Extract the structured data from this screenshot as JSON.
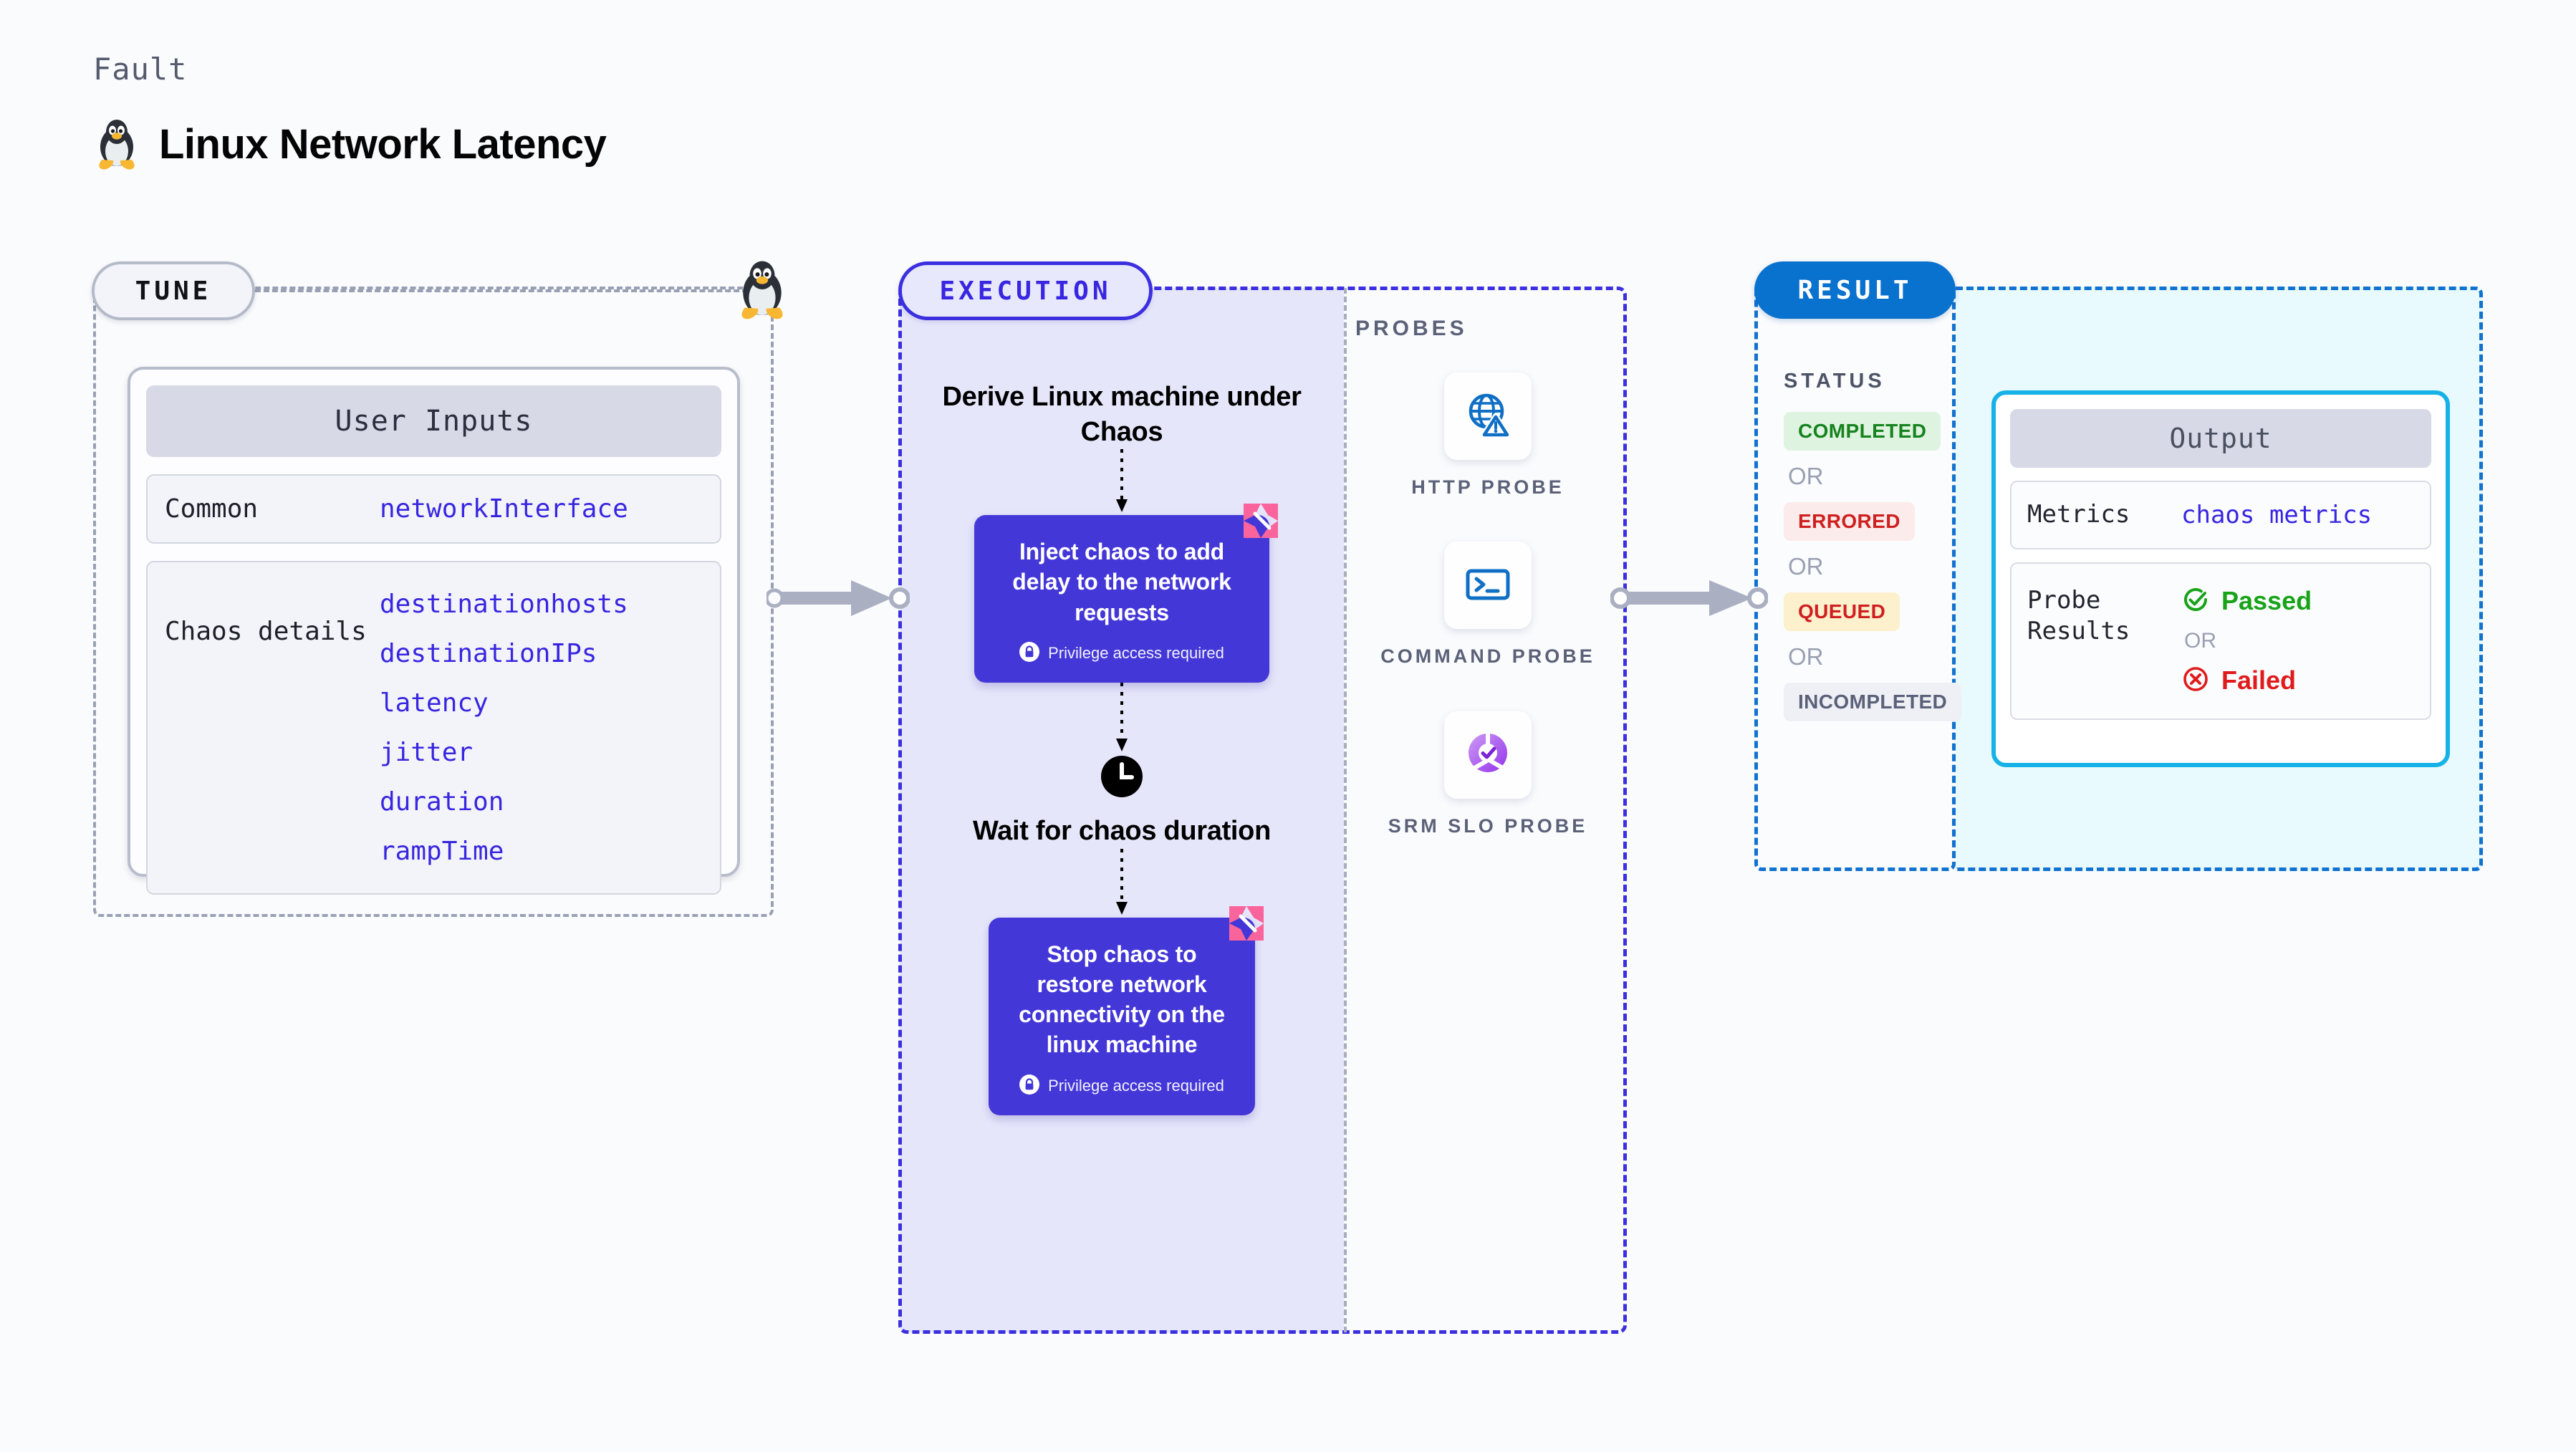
{
  "header": {
    "eyebrow": "Fault",
    "title": "Linux Network Latency",
    "icon": "linux-penguin-icon"
  },
  "tune": {
    "pill_label": "TUNE",
    "penguin_icon": "linux-penguin-icon",
    "card_title": "User Inputs",
    "rows": [
      {
        "label": "Common",
        "values": [
          "networkInterface"
        ]
      },
      {
        "label": "Chaos details",
        "values": [
          "destinationhosts",
          "destinationIPs",
          "latency",
          "jitter",
          "duration",
          "rampTime"
        ]
      }
    ]
  },
  "execution": {
    "pill_label": "EXECUTION",
    "steps": [
      {
        "type": "caption",
        "text": "Derive Linux machine under Chaos"
      },
      {
        "type": "node",
        "text": "Inject chaos to add delay to the network requests",
        "privilege": "Privilege access required",
        "badge": "harness-chaos-icon",
        "lock_icon": "lock-icon"
      },
      {
        "type": "clock",
        "icon": "clock-icon",
        "text": "Wait for chaos duration"
      },
      {
        "type": "node",
        "text": "Stop chaos to restore network connectivity on the linux machine",
        "privilege": "Privilege access required",
        "badge": "harness-chaos-icon",
        "lock_icon": "lock-icon"
      }
    ]
  },
  "probes": {
    "label": "PROBES",
    "items": [
      {
        "name": "HTTP PROBE",
        "icon": "globe-warning-icon"
      },
      {
        "name": "COMMAND PROBE",
        "icon": "terminal-icon"
      },
      {
        "name": "SRM SLO PROBE",
        "icon": "slo-donut-check-icon"
      }
    ]
  },
  "result": {
    "pill_label": "RESULT",
    "status_label": "STATUS",
    "or_label": "OR",
    "statuses": [
      {
        "text": "COMPLETED",
        "bg": "#dff4e0",
        "fg": "#17831f"
      },
      {
        "text": "ERRORED",
        "bg": "#fcebeb",
        "fg": "#cf2020"
      },
      {
        "text": "QUEUED",
        "bg": "#fcf0cd",
        "fg": "#cf2020"
      },
      {
        "text": "INCOMPLETED",
        "bg": "#eef0f6",
        "fg": "#5b6178"
      }
    ],
    "output": {
      "title": "Output",
      "metrics_label": "Metrics",
      "metrics_value": "chaos metrics",
      "probe_results_label": "Probe Results",
      "passed_text": "Passed",
      "failed_text": "Failed",
      "or_label": "OR",
      "passed_icon": "check-circle-icon",
      "failed_icon": "x-circle-icon"
    }
  },
  "colors": {
    "chaos_node": "#4437d8",
    "execution_accent": "#3826e0",
    "result_accent": "#0971ce",
    "output_border": "#16b2e7",
    "param_text": "#3826e0",
    "chaos_badge": "#f9649c",
    "passed": "#18a318",
    "failed": "#e01b1b"
  }
}
